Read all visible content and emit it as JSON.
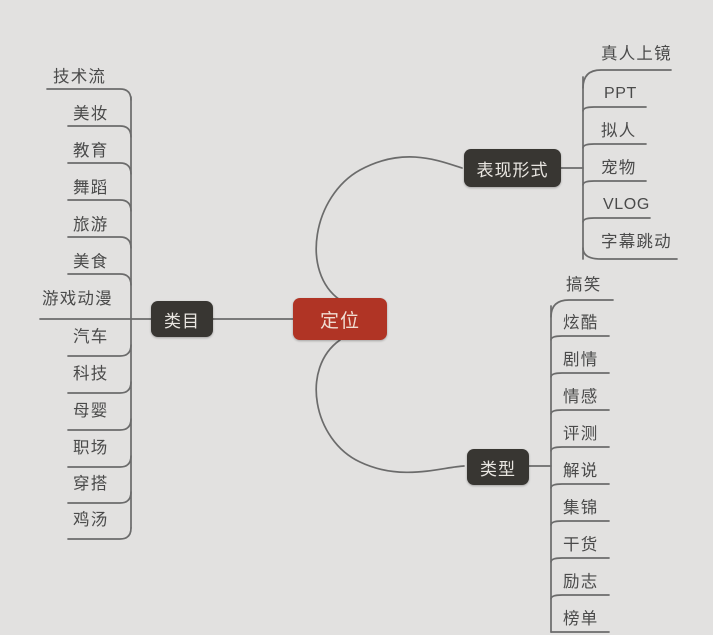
{
  "diagram": {
    "title_node": {
      "label": "定位",
      "color": "#b03425",
      "text_color": "#f0dcd2"
    },
    "background_color": "#e2e1e0",
    "branch_node_color": "#383632",
    "line_color": "#6b6b6b",
    "branches": [
      {
        "label": "类目",
        "side": "left",
        "children": [
          {
            "label": "技术流"
          },
          {
            "label": "美妆"
          },
          {
            "label": "教育"
          },
          {
            "label": "舞蹈"
          },
          {
            "label": "旅游"
          },
          {
            "label": "美食"
          },
          {
            "label": "游戏动漫"
          },
          {
            "label": "汽车"
          },
          {
            "label": "科技"
          },
          {
            "label": "母婴"
          },
          {
            "label": "职场"
          },
          {
            "label": "穿搭"
          },
          {
            "label": "鸡汤"
          }
        ]
      },
      {
        "label": "表现形式",
        "side": "right",
        "children": [
          {
            "label": "真人上镜"
          },
          {
            "label": "PPT",
            "latin": true
          },
          {
            "label": "拟人"
          },
          {
            "label": "宠物"
          },
          {
            "label": "VLOG",
            "latin": true
          },
          {
            "label": "字幕跳动"
          }
        ]
      },
      {
        "label": "类型",
        "side": "right",
        "children": [
          {
            "label": "搞笑"
          },
          {
            "label": "炫酷"
          },
          {
            "label": "剧情"
          },
          {
            "label": "情感"
          },
          {
            "label": "评测"
          },
          {
            "label": "解说"
          },
          {
            "label": "集锦"
          },
          {
            "label": "干货"
          },
          {
            "label": "励志"
          },
          {
            "label": "榜单"
          }
        ]
      }
    ]
  }
}
